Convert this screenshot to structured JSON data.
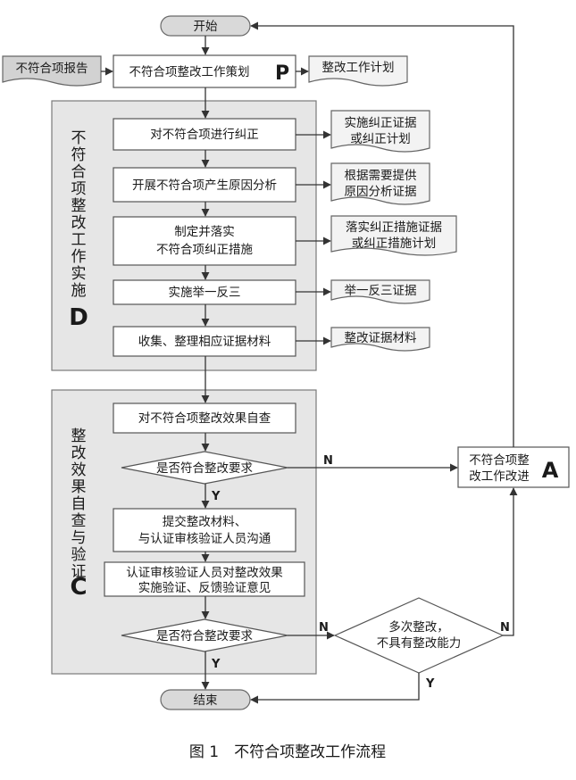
{
  "start": "开始",
  "end": "结束",
  "input_doc": "不符合项报告",
  "plan_step": "不符合项整改工作策划",
  "plan_letter": "P",
  "plan_output": "整改工作计划",
  "implement": {
    "title_chars": [
      "不",
      "符",
      "合",
      "项",
      "整",
      "改",
      "工",
      "作",
      "实",
      "施"
    ],
    "letter": "D",
    "steps": [
      {
        "lines": [
          "对不符合项进行纠正"
        ],
        "output": [
          "实施纠正证据",
          "或纠正计划"
        ]
      },
      {
        "lines": [
          "开展不符合项产生原因分析"
        ],
        "output": [
          "根据需要提供",
          "原因分析证据"
        ]
      },
      {
        "lines": [
          "制定并落实",
          "不符合项纠正措施"
        ],
        "output": [
          "落实纠正措施证据",
          "或纠正措施计划"
        ]
      },
      {
        "lines": [
          "实施举一反三"
        ],
        "output": [
          "举一反三证据"
        ]
      },
      {
        "lines": [
          "收集、整理相应证据材料"
        ],
        "output": [
          "整改证据材料"
        ]
      }
    ]
  },
  "check": {
    "title_chars": [
      "整",
      "改",
      "效",
      "果",
      "自",
      "查",
      "与",
      "验",
      "证"
    ],
    "letter": "C",
    "self_check": "对不符合项整改效果自查",
    "decision1": "是否符合整改要求",
    "submit": [
      "提交整改材料、",
      "与认证审核验证人员沟通"
    ],
    "verify": [
      "认证审核验证人员对整改效果",
      "实施验证、反馈验证意见"
    ],
    "decision2": "是否符合整改要求"
  },
  "act": {
    "lines": [
      "不符合项整",
      "改工作改进"
    ],
    "letter": "A"
  },
  "decision3": [
    "多次整改，",
    "不具有整改能力"
  ],
  "yes": "Y",
  "no": "N",
  "caption": "图 1　不符合项整改工作流程"
}
